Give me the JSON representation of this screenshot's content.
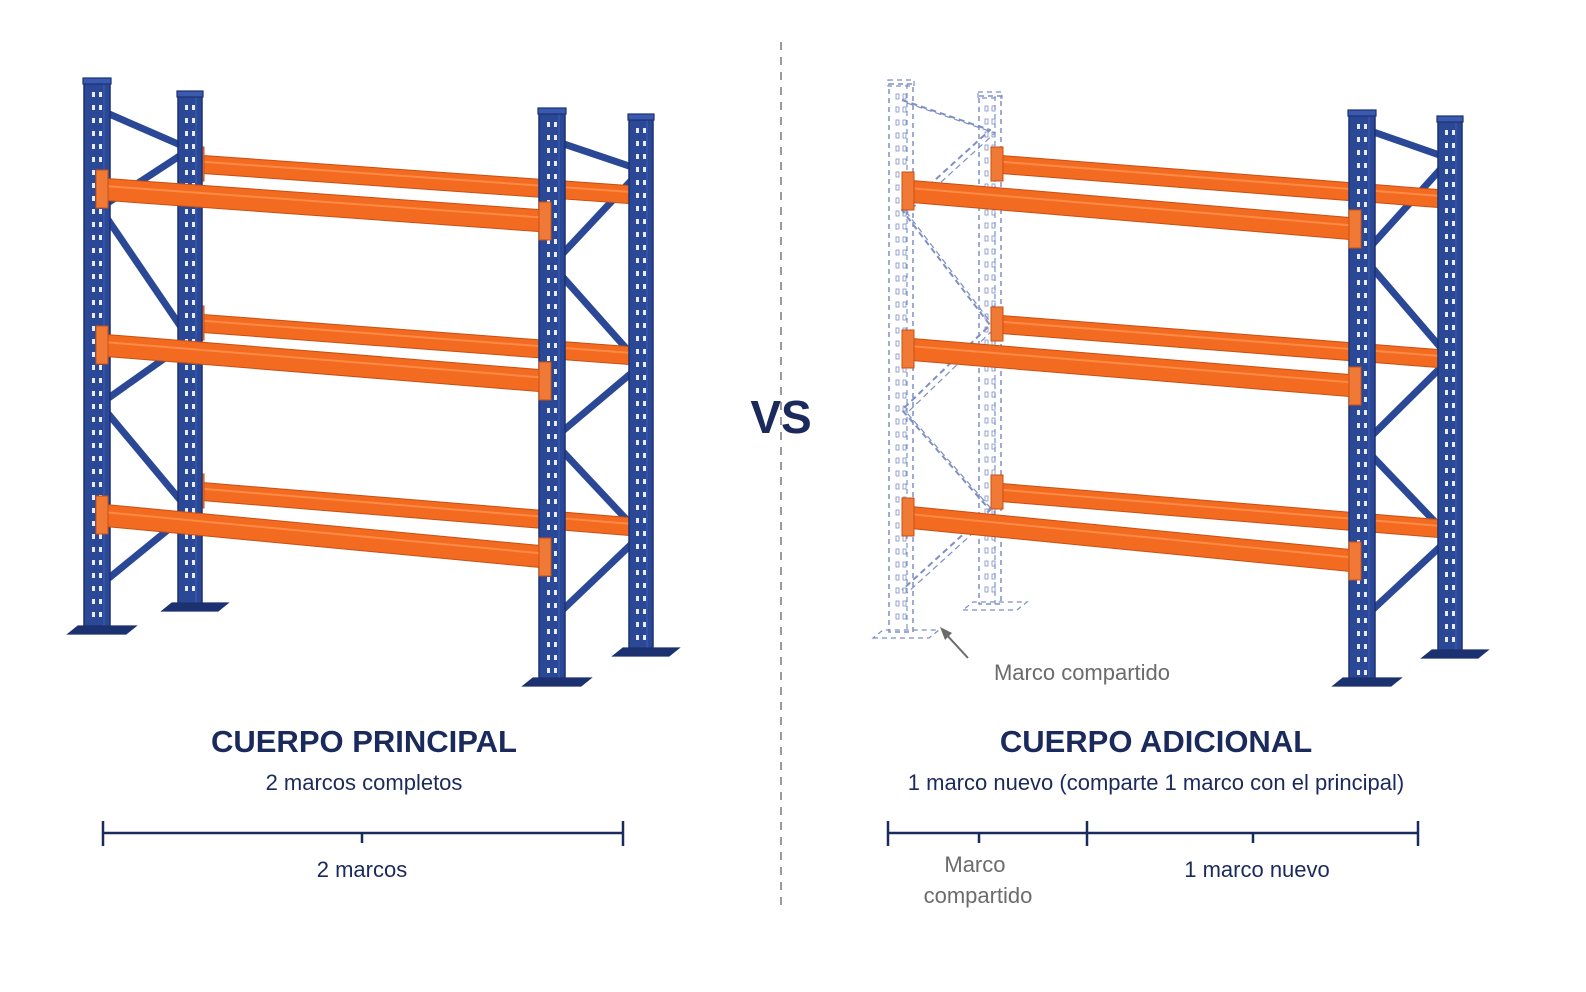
{
  "colors": {
    "frame": "#2a4896",
    "frame_dark": "#1c3170",
    "beam": "#f26b21",
    "beam_dark": "#c94f12",
    "navy_text": "#1b2a5c",
    "gray_text": "#6b6b6b",
    "ghost": "#7e8fc4",
    "divider": "#9a9a9a"
  },
  "center": {
    "vs_label": "VS"
  },
  "left_panel": {
    "title": "CUERPO PRINCIPAL",
    "subtitle": "2 marcos completos",
    "dimension_label": "2 marcos"
  },
  "right_panel": {
    "title": "CUERPO ADICIONAL",
    "subtitle": "1 marco nuevo (comparte 1 marco con el principal)",
    "callout_label": "Marco compartido",
    "dimension_shared_label": [
      "Marco",
      "compartido"
    ],
    "dimension_new_label": "1 marco nuevo"
  },
  "icons": {
    "rack_main": "pallet-rack-main-icon",
    "rack_additional": "pallet-rack-additional-icon",
    "callout_arrow": "arrow-icon"
  }
}
